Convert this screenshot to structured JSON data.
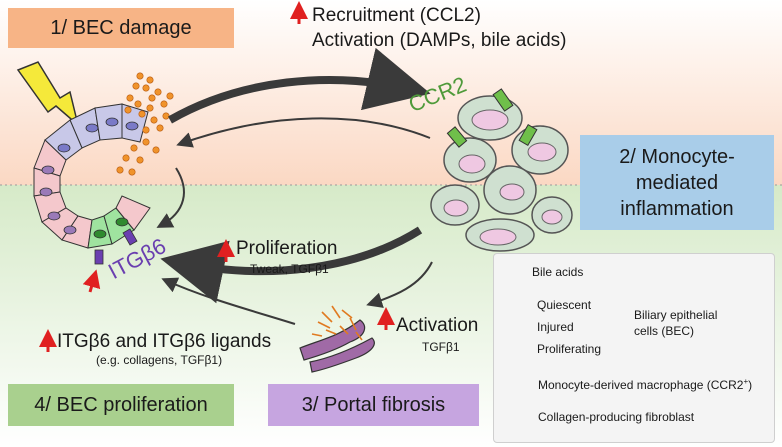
{
  "steps": {
    "s1": "1/ BEC damage",
    "s2": [
      "2/ Monocyte-",
      "mediated",
      "inflammation"
    ],
    "s3": "3/ Portal fibrosis",
    "s4": "4/ BEC proliferation"
  },
  "top_text": {
    "recruitment": "Recruitment (CCL2)",
    "activation": "Activation (DAMPs, bile acids)"
  },
  "labels": {
    "ccr2": "CCR2",
    "itgb6": "ITGβ6",
    "proliferation": "Proliferation",
    "proliferation_sub": "Tweak, TGFβ1",
    "activation": "Activation",
    "activation_sub": "TGFβ1",
    "ligands": "ITGβ6 and ITGβ6 ligands",
    "ligands_sub": "(e.g. collagens, TGFβ1)"
  },
  "legend": {
    "bile_acids": "Bile acids",
    "quiescent": "Quiescent",
    "injured": "Injured",
    "proliferating": "Proliferating",
    "bec_group": [
      "Biliary epithelial",
      "cells (BEC)"
    ],
    "macrophage": "Monocyte-derived macrophage (CCR2",
    "macrophage_sup": "+",
    "macrophage_end": ")",
    "fibroblast": "Collagen-producing fibroblast"
  },
  "colors": {
    "top_bg": "#fde6d8",
    "bottom_bg": "#e4f1da",
    "box1": "#f7b486",
    "box2": "#a9cde9",
    "box3": "#c6a5e0",
    "box4": "#a9d08e",
    "red_arrow": "#e02020",
    "itgb6": "#6a3fb0",
    "ccr2": "#4f9a3a"
  }
}
